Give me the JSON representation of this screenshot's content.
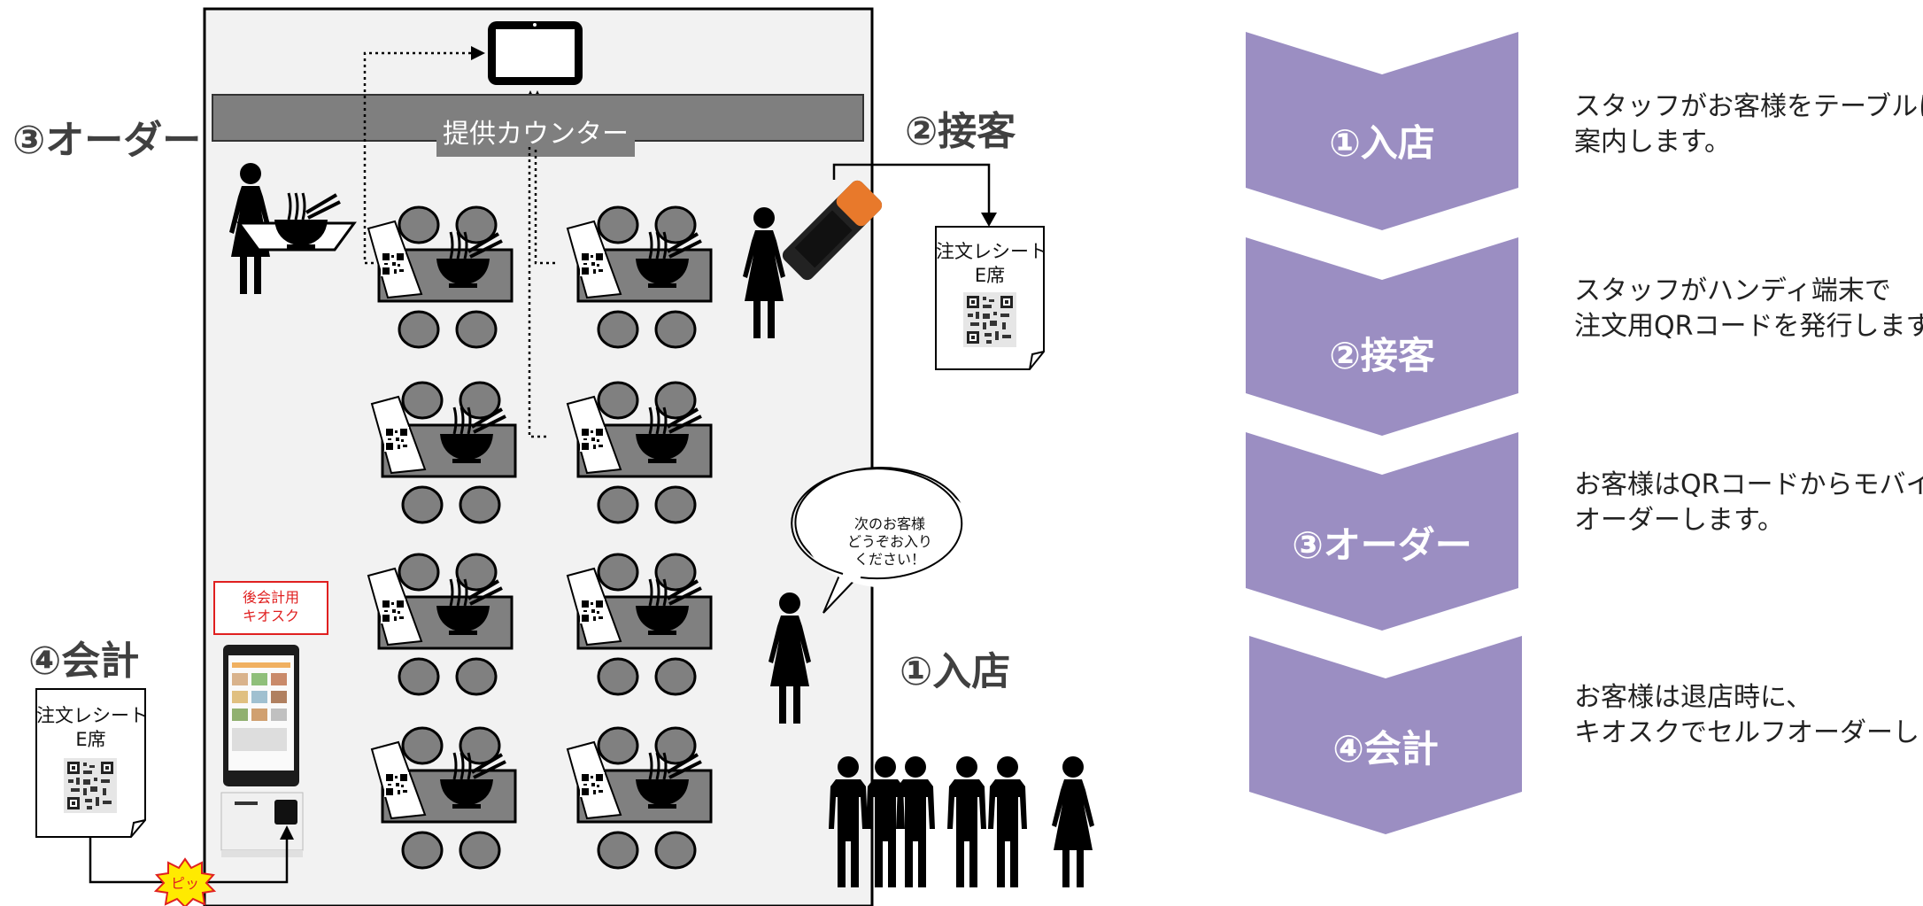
{
  "floor": {
    "counter_label": "提供カウンター",
    "step_labels": {
      "order": "③オーダー",
      "service": "②接客",
      "entry": "①入店",
      "checkout": "④会計"
    },
    "receipt_right": {
      "line1": "注文レシート",
      "line2": "E席"
    },
    "receipt_left": {
      "line1": "注文レシート",
      "line2": "E席"
    },
    "speech_bubble": {
      "line1": "次のお客様",
      "line2": "どうぞお入り",
      "line3": "ください！"
    },
    "kiosk_label": {
      "line1": "後会計用",
      "line2": "キオスク"
    },
    "beep_label": "ピッ"
  },
  "flow": {
    "steps": [
      {
        "title": "①入店",
        "desc1": "スタッフがお客様をテーブルに",
        "desc2": "案内します。"
      },
      {
        "title": "②接客",
        "desc1": "スタッフがハンディ端末で",
        "desc2": "注文用QRコードを発行します。"
      },
      {
        "title": "③オーダー",
        "desc1": "お客様はQRコードからモバイル",
        "desc2": "オーダーします。"
      },
      {
        "title": "④会計",
        "desc1": "お客様は退店時に、",
        "desc2": "キオスクでセルフオーダーします。"
      }
    ]
  },
  "colors": {
    "chevron": "#9b8ec2",
    "floor_bg": "#f2f2f2",
    "counter": "#7f7f7f",
    "table": "#808080",
    "handy_orange": "#e8792b",
    "kiosk_label_border": "#e02020",
    "beep_fill": "#ffea00"
  }
}
